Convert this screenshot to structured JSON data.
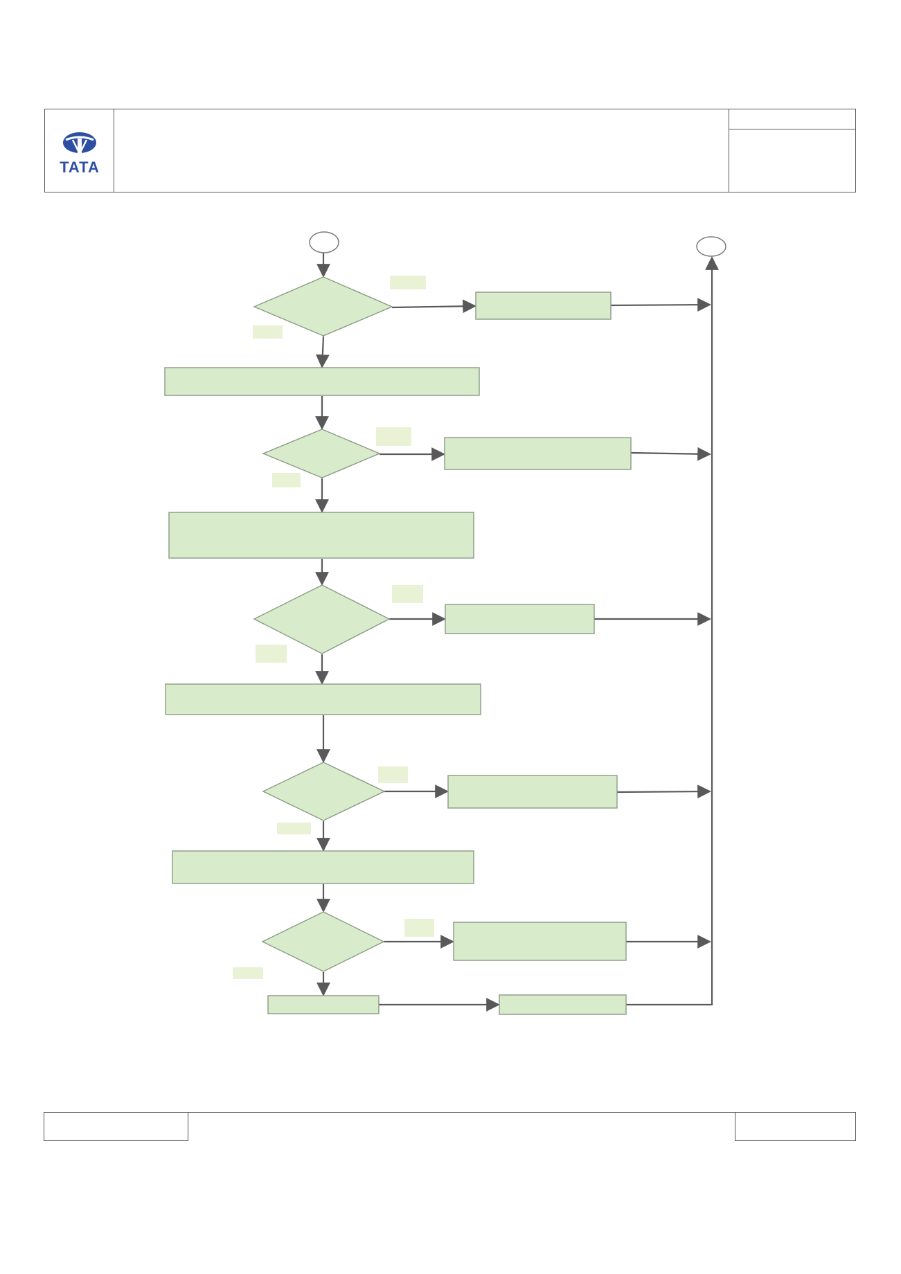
{
  "document": {
    "header": {
      "logo_text": "TATA",
      "title": "",
      "doc_no": "",
      "rev": ""
    },
    "footer": {
      "left": "",
      "center": "",
      "right": ""
    }
  },
  "colors": {
    "node_fill": "#d8eccc",
    "node_stroke": "#8a9a84",
    "label_fill": "#eaf2d6",
    "edge": "#595959",
    "logo": "#2d4fa3",
    "border": "#555555"
  },
  "flowchart": {
    "start": {
      "label": ""
    },
    "end": {
      "label": ""
    },
    "decisions": [
      {
        "id": "d1",
        "label": "",
        "yes_label": "",
        "no_label": ""
      },
      {
        "id": "d2",
        "label": "",
        "yes_label": "",
        "no_label": ""
      },
      {
        "id": "d3",
        "label": "",
        "yes_label": "",
        "no_label": ""
      },
      {
        "id": "d4",
        "label": "",
        "yes_label": "",
        "no_label": ""
      },
      {
        "id": "d5",
        "label": "",
        "yes_label": "",
        "no_label": ""
      }
    ],
    "main_steps": [
      {
        "id": "m1",
        "label": ""
      },
      {
        "id": "m2",
        "label": ""
      },
      {
        "id": "m3",
        "label": ""
      },
      {
        "id": "m4",
        "label": ""
      },
      {
        "id": "m5",
        "label": ""
      }
    ],
    "side_steps": [
      {
        "id": "s1",
        "label": ""
      },
      {
        "id": "s2",
        "label": ""
      },
      {
        "id": "s3",
        "label": ""
      },
      {
        "id": "s4",
        "label": ""
      },
      {
        "id": "s5",
        "label": ""
      },
      {
        "id": "s6",
        "label": ""
      }
    ]
  }
}
